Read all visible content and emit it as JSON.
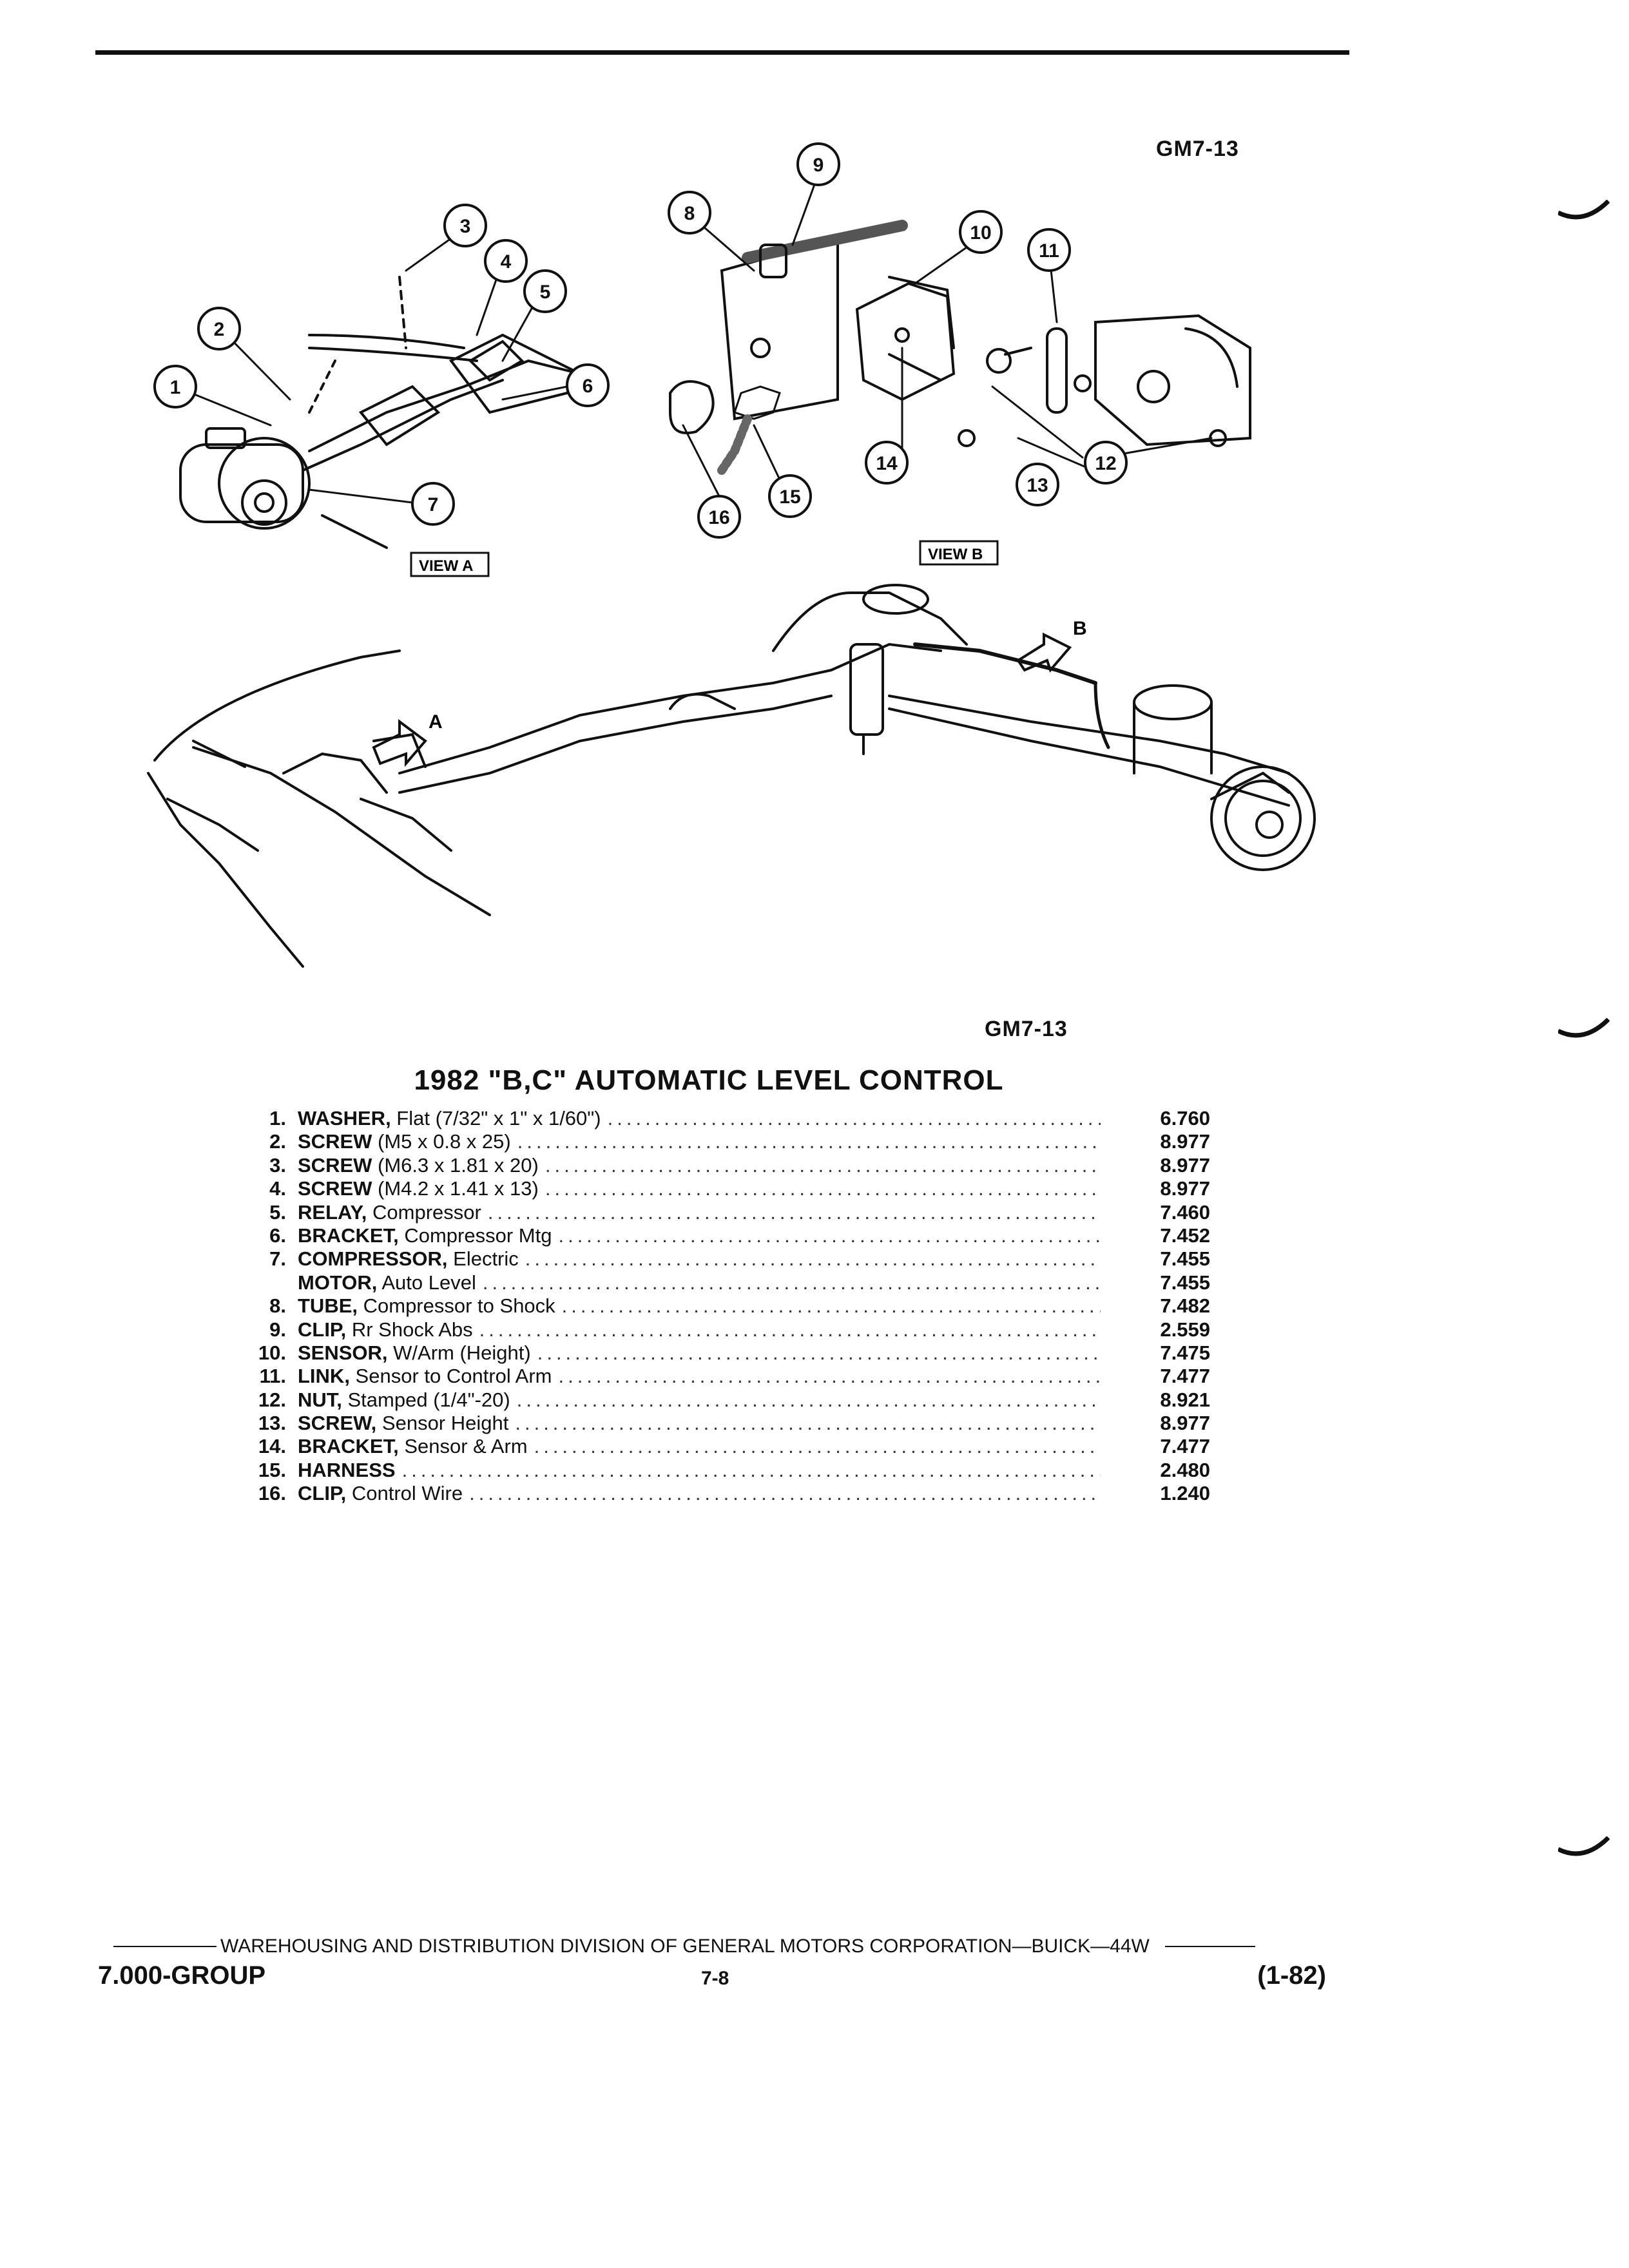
{
  "figure_code_top": "GM7-13",
  "figure_code_bottom": "GM7-13",
  "view_a_label": "VIEW A",
  "view_b_label": "VIEW B",
  "arrow_a": "A",
  "arrow_b": "B",
  "callouts": [
    "1",
    "2",
    "3",
    "4",
    "5",
    "6",
    "7",
    "8",
    "9",
    "10",
    "11",
    "12",
    "13",
    "14",
    "15",
    "16"
  ],
  "title": "1982 \"B,C\" AUTOMATIC LEVEL CONTROL",
  "parts": [
    {
      "num": "1.",
      "name": "WASHER,",
      "desc": " Flat (7/32\" x 1\" x 1/60\")",
      "code": "6.760"
    },
    {
      "num": "2.",
      "name": "SCREW",
      "desc": " (M5 x 0.8 x 25)",
      "code": "8.977"
    },
    {
      "num": "3.",
      "name": "SCREW",
      "desc": " (M6.3 x 1.81 x 20)",
      "code": "8.977"
    },
    {
      "num": "4.",
      "name": "SCREW",
      "desc": " (M4.2 x 1.41 x 13)",
      "code": "8.977"
    },
    {
      "num": "5.",
      "name": "RELAY,",
      "desc": " Compressor",
      "code": "7.460"
    },
    {
      "num": "6.",
      "name": "BRACKET,",
      "desc": " Compressor Mtg",
      "code": "7.452"
    },
    {
      "num": "7.",
      "name": "COMPRESSOR,",
      "desc": " Electric",
      "code": "7.455"
    },
    {
      "num": "",
      "name": "MOTOR,",
      "desc": " Auto Level",
      "code": "7.455"
    },
    {
      "num": "8.",
      "name": "TUBE,",
      "desc": " Compressor to Shock",
      "code": "7.482"
    },
    {
      "num": "9.",
      "name": "CLIP,",
      "desc": " Rr Shock Abs",
      "code": "2.559"
    },
    {
      "num": "10.",
      "name": "SENSOR,",
      "desc": " W/Arm (Height)",
      "code": "7.475"
    },
    {
      "num": "11.",
      "name": "LINK,",
      "desc": " Sensor to Control Arm",
      "code": "7.477"
    },
    {
      "num": "12.",
      "name": "NUT,",
      "desc": " Stamped (1/4\"-20)",
      "code": "8.921"
    },
    {
      "num": "13.",
      "name": "SCREW,",
      "desc": " Sensor Height",
      "code": "8.977"
    },
    {
      "num": "14.",
      "name": "BRACKET,",
      "desc": " Sensor & Arm",
      "code": "7.477"
    },
    {
      "num": "15.",
      "name": "HARNESS",
      "desc": "",
      "code": "2.480"
    },
    {
      "num": "16.",
      "name": "CLIP,",
      "desc": " Control Wire",
      "code": "1.240"
    }
  ],
  "footer": {
    "division_line": "WAREHOUSING AND DISTRIBUTION  DIVISION OF GENERAL MOTORS CORPORATION—BUICK—44W",
    "group": "7.000-GROUP",
    "page": "7-8",
    "date": "(1-82)"
  }
}
